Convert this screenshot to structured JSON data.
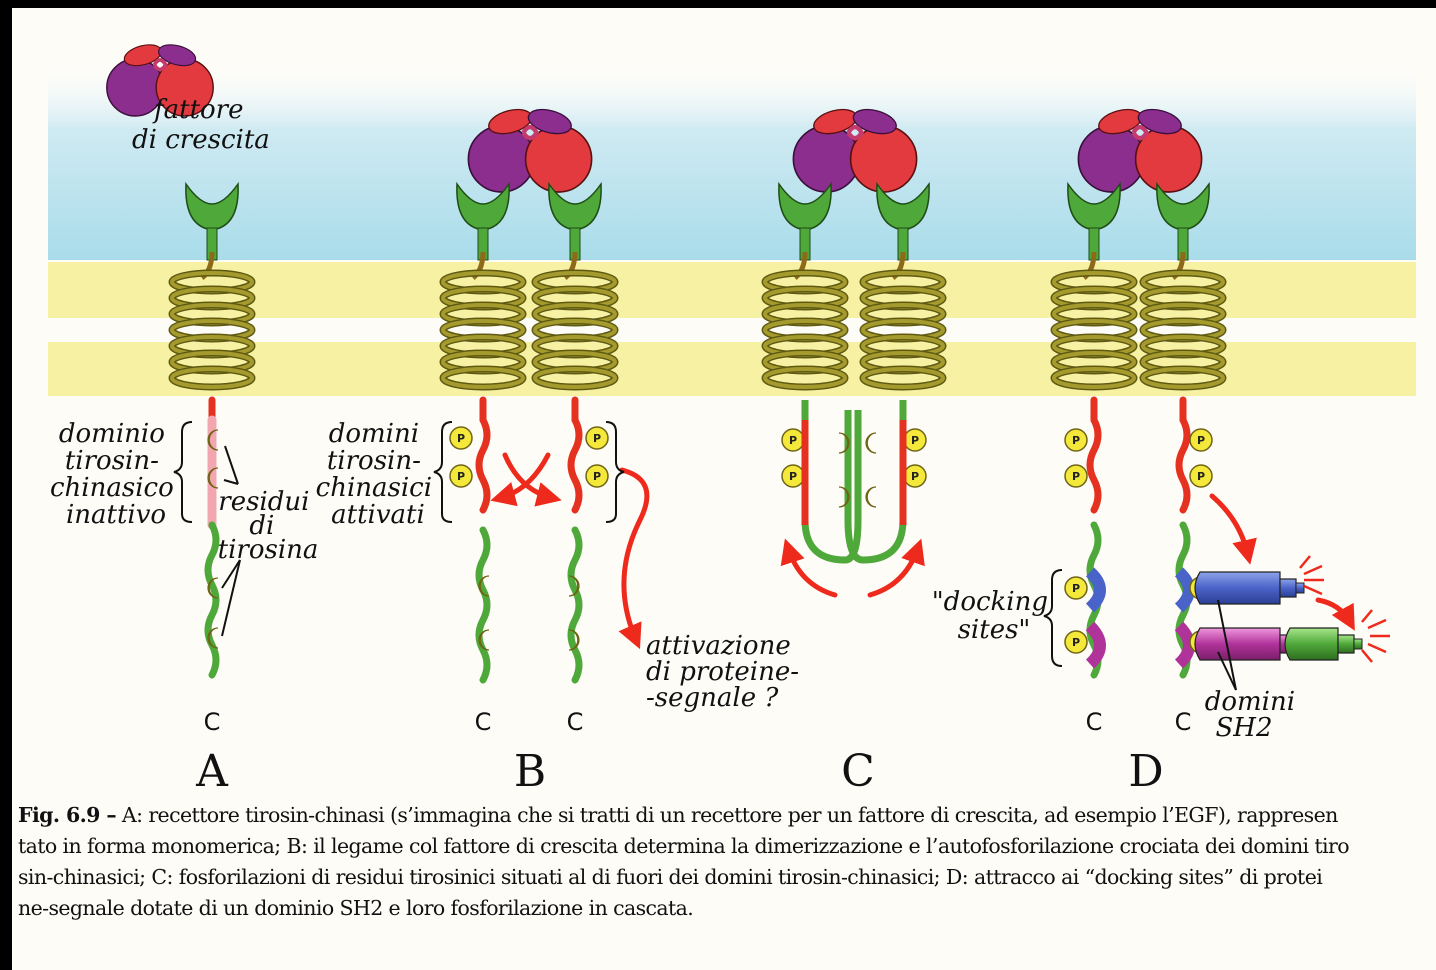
{
  "labels": {
    "growth_factor": [
      "fattore",
      "di crescita"
    ],
    "kinase_inactive": [
      "dominio",
      "tirosin-",
      "chinasico",
      "inattivo"
    ],
    "tyrosine_residues": [
      "residui",
      "di",
      "tirosina"
    ],
    "kinase_active": [
      "domini",
      "tirosin-",
      "chinasici",
      "attivati"
    ],
    "signal_activation": [
      "attivazione",
      "di proteine-",
      "-segnale ?"
    ],
    "docking_sites": [
      "\"docking",
      "sites\""
    ],
    "sh2_domains": [
      "domini",
      "SH2"
    ],
    "c_terminus": "C",
    "phospho": "P"
  },
  "panels": [
    "A",
    "B",
    "C",
    "D"
  ],
  "caption": {
    "lead": "Fig. 6.9 –",
    "lines": [
      " A: recettore tirosin-chinasi (s’immagina che si tratti di un recettore per un fattore di crescita, ad esempio l’EGF), rappresen",
      "tato in forma monomerica; B: il legame col fattore di crescita determina la dimerizzazione e l’autofosforilazione crociata dei domini tiro",
      "sin-chinasici; C: fosforilazioni di residui tirosinici situati al di fuori dei domini tirosin-chinasici; D: attracco ai “docking sites” di protei",
      "ne-segnale dotate di un dominio SH2 e loro fosforilazione in cascata."
    ]
  },
  "colors": {
    "extracellular": "#bfe6f0",
    "membrane": "#f6f1a3",
    "receptor_green": "#4fa83a",
    "kinase_red": "#e5311f",
    "kinase_inactive_pink": "#f2a7b0",
    "ligand_purple": "#8b2e8e",
    "ligand_red": "#e23a3f",
    "tyrosine_yellow": "#f4e83a",
    "helix_olive": "#a59a2e",
    "arrow_red": "#ee2a1c",
    "docking_blue": "#4a63c8",
    "docking_magenta": "#b0339a"
  }
}
